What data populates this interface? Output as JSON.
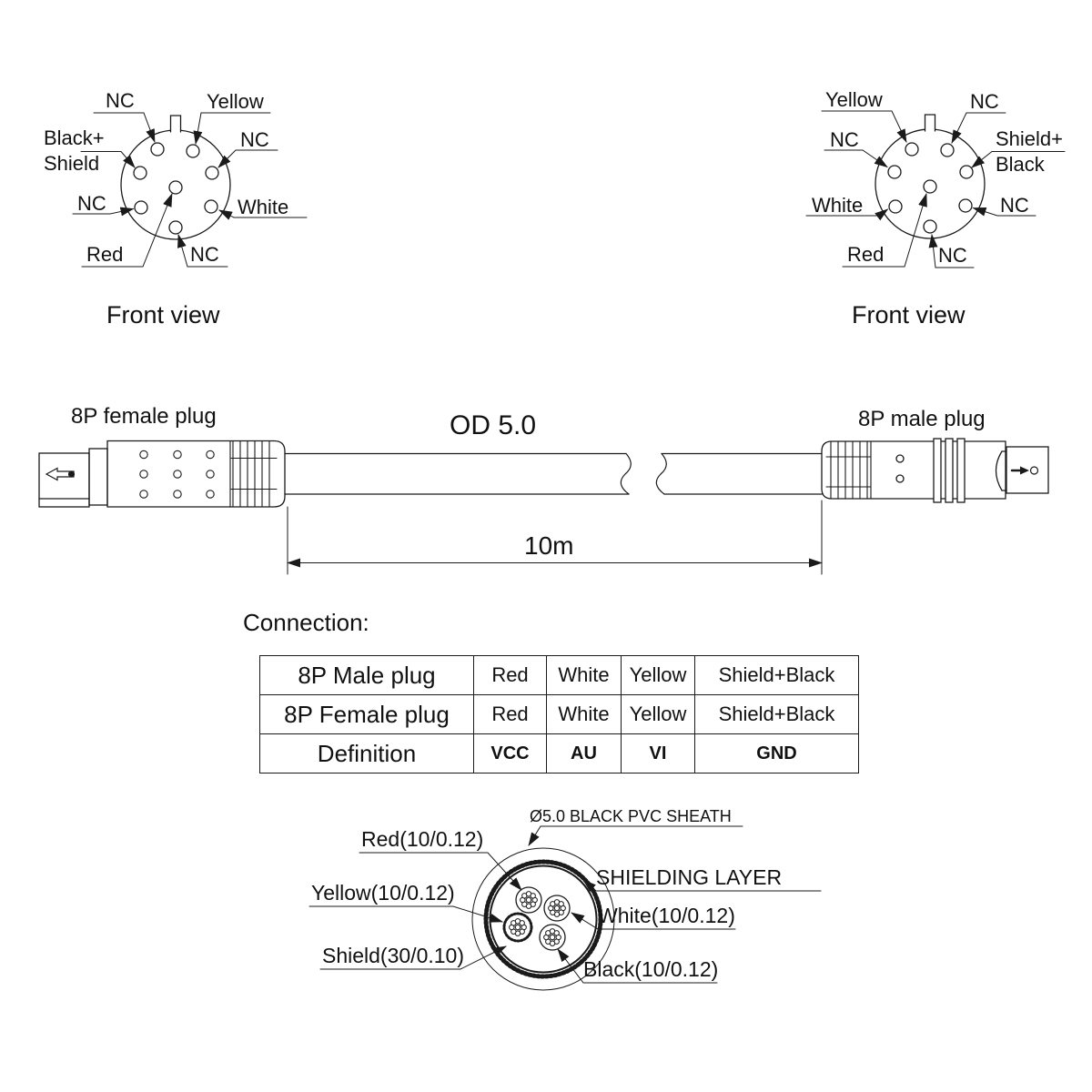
{
  "left_connector": {
    "caption": "Front view",
    "pin_labels": {
      "top_left": "NC",
      "top_right": "Yellow",
      "left_upper_1": "Black+",
      "left_upper_2": "Shield",
      "right_upper": "NC",
      "left_lower": "NC",
      "right_lower": "White",
      "center": "Red",
      "bottom": "NC"
    }
  },
  "right_connector": {
    "caption": "Front view",
    "pin_labels": {
      "top_left": "Yellow",
      "top_right": "NC",
      "left_upper": "NC",
      "right_upper_1": "Shield+",
      "right_upper_2": "Black",
      "left_lower": "White",
      "right_lower": "NC",
      "center": "Red",
      "bottom": "NC"
    }
  },
  "cable_drawing": {
    "female_plug_label": "8P female plug",
    "male_plug_label": "8P male plug",
    "outer_diameter": "OD 5.0",
    "length": "10m"
  },
  "connection_table": {
    "heading": "Connection:",
    "rows": [
      {
        "name": "8P Male plug",
        "cells": [
          "Red",
          "White",
          "Yellow",
          "Shield+Black"
        ]
      },
      {
        "name": "8P Female plug",
        "cells": [
          "Red",
          "White",
          "Yellow",
          "Shield+Black"
        ]
      },
      {
        "name": "Definition",
        "cells": [
          "VCC",
          "AU",
          "VI",
          "GND"
        ]
      }
    ]
  },
  "cross_section": {
    "labels": {
      "sheath": "Ø5.0 BLACK PVC SHEATH",
      "shielding": "SHIELDING LAYER",
      "red": "Red(10/0.12)",
      "yellow": "Yellow(10/0.12)",
      "shield": "Shield(30/0.10)",
      "white": "White(10/0.12)",
      "black": "Black(10/0.12)"
    }
  },
  "colors": {
    "line": "#1a1a1a",
    "background": "#ffffff"
  }
}
